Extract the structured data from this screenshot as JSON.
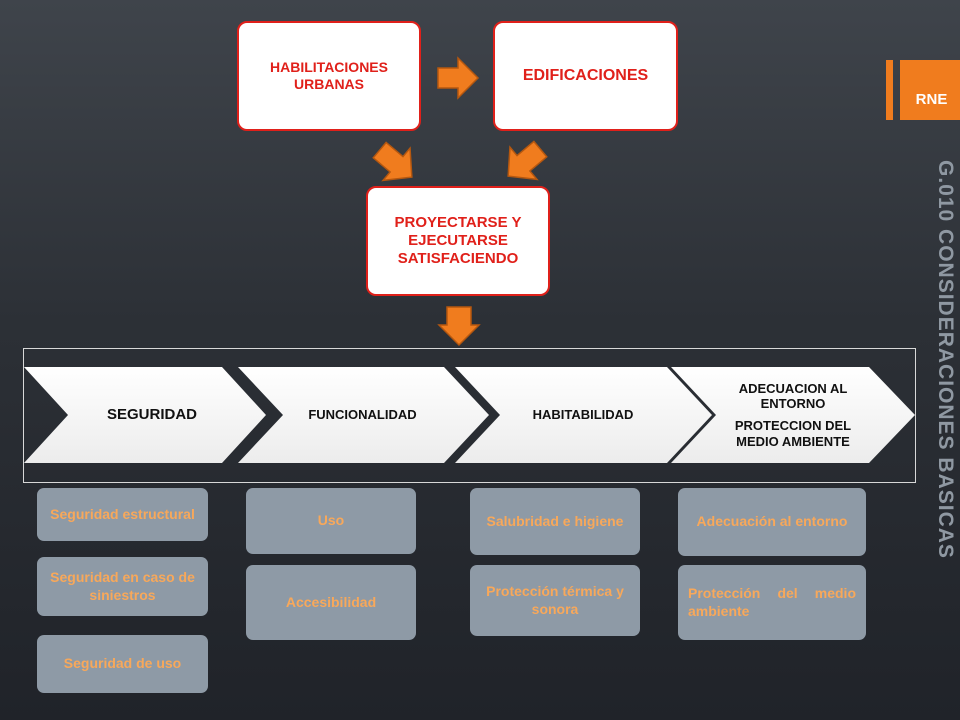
{
  "top": {
    "habilitaciones": "HABILITACIONES\nURBANAS",
    "edificaciones": "EDIFICACIONES",
    "proyectarse": "PROYECTARSE Y EJECUTARSE SATISFACIENDO"
  },
  "band": {
    "items": [
      {
        "label": "SEGURIDAD"
      },
      {
        "label": "FUNCIONALIDAD"
      },
      {
        "label": "HABITABILIDAD"
      },
      {
        "label": "ADECUACION AL ENTORNO",
        "label2": "PROTECCION DEL MEDIO AMBIENTE"
      }
    ]
  },
  "cards": {
    "seguridad": [
      "Seguridad estructural",
      "Seguridad en caso de siniestros",
      "Seguridad de uso"
    ],
    "funcionalidad": [
      "Uso",
      "Accesibilidad"
    ],
    "habitabilidad": [
      "Salubridad e higiene",
      "Protección térmica y sonora"
    ],
    "entorno": [
      "Adecuación al entorno",
      "Protección del medio ambiente"
    ]
  },
  "side": {
    "tag": "RNE",
    "title": "G.010 CONSIDERACIONES BASICAS"
  },
  "colors": {
    "accent_red": "#e0201a",
    "arrow_orange": "#f07c1e",
    "card_text": "#f8a85a",
    "card_bg": "#8e9aa6"
  }
}
